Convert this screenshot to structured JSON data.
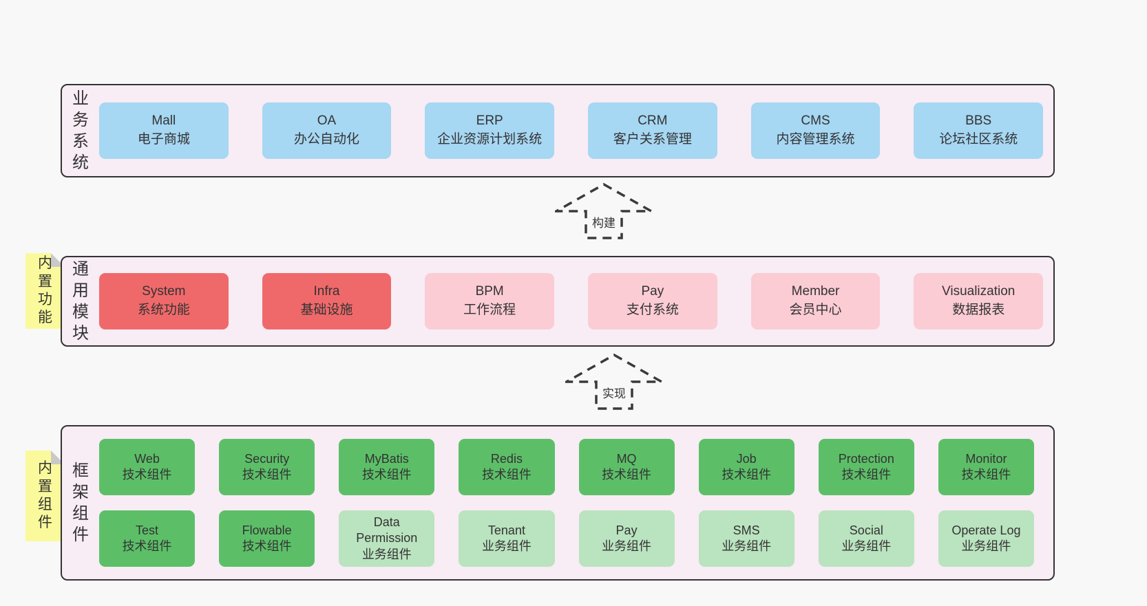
{
  "layers": {
    "business": {
      "label": "业务系统",
      "boxes": [
        {
          "name": "Mall",
          "desc": "电子商城"
        },
        {
          "name": "OA",
          "desc": "办公自动化"
        },
        {
          "name": "ERP",
          "desc": "企业资源计划系统"
        },
        {
          "name": "CRM",
          "desc": "客户关系管理"
        },
        {
          "name": "CMS",
          "desc": "内容管理系统"
        },
        {
          "name": "BBS",
          "desc": "论坛社区系统"
        }
      ]
    },
    "modules": {
      "label": "通用模块",
      "sticky": "内置功能",
      "boxes": [
        {
          "name": "System",
          "desc": "系统功能"
        },
        {
          "name": "Infra",
          "desc": "基础设施"
        },
        {
          "name": "BPM",
          "desc": "工作流程"
        },
        {
          "name": "Pay",
          "desc": "支付系统"
        },
        {
          "name": "Member",
          "desc": "会员中心"
        },
        {
          "name": "Visualization",
          "desc": "数据报表"
        }
      ]
    },
    "components": {
      "label": "框架组件",
      "sticky": "内置组件",
      "rows": [
        [
          {
            "name": "Web",
            "desc": "技术组件"
          },
          {
            "name": "Security",
            "desc": "技术组件"
          },
          {
            "name": "MyBatis",
            "desc": "技术组件"
          },
          {
            "name": "Redis",
            "desc": "技术组件"
          },
          {
            "name": "MQ",
            "desc": "技术组件"
          },
          {
            "name": "Job",
            "desc": "技术组件"
          },
          {
            "name": "Protection",
            "desc": "技术组件"
          },
          {
            "name": "Monitor",
            "desc": "技术组件"
          }
        ],
        [
          {
            "name": "Test",
            "desc": "技术组件"
          },
          {
            "name": "Flowable",
            "desc": "技术组件"
          },
          {
            "name": "Data Permission",
            "desc": "业务组件"
          },
          {
            "name": "Tenant",
            "desc": "业务组件"
          },
          {
            "name": "Pay",
            "desc": "业务组件"
          },
          {
            "name": "SMS",
            "desc": "业务组件"
          },
          {
            "name": "Social",
            "desc": "业务组件"
          },
          {
            "name": "Operate Log",
            "desc": "业务组件"
          }
        ]
      ]
    }
  },
  "arrows": [
    {
      "label": "构建"
    },
    {
      "label": "实现"
    }
  ],
  "colors": {
    "page_bg": "#f8f8f8",
    "band_bg": "#f8ecf5",
    "band_border": "#333333",
    "blue_box": "#a6d7f3",
    "red_box": "#f0696a",
    "pink_box": "#fbccd4",
    "green_box": "#5cbf68",
    "light_green_box": "#bae3bf",
    "sticky_bg": "#fafa9c",
    "sticky_fold": "#c9c9c9",
    "text": "#333333"
  }
}
